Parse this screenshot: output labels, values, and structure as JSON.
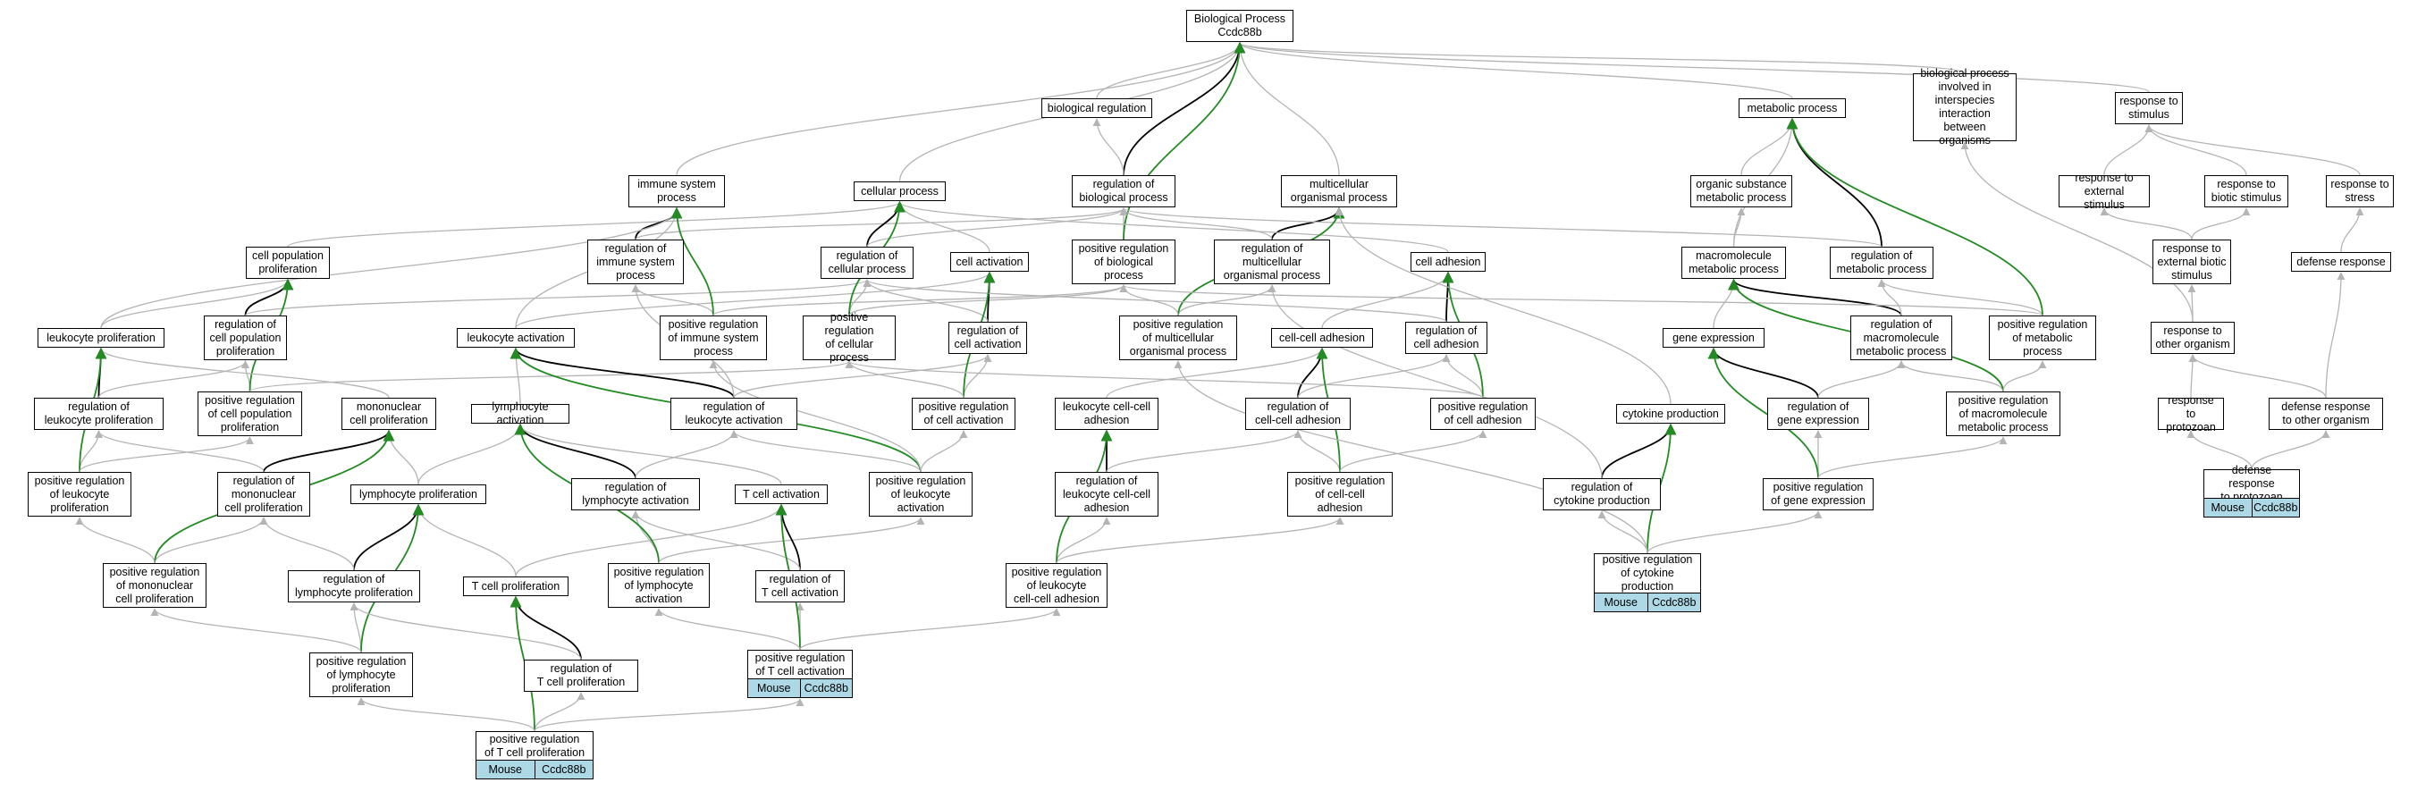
{
  "nodes": [
    {
      "id": "bp",
      "label": "Biological Process\nCcdc88b"
    },
    {
      "id": "bioreg",
      "label": "biological regulation"
    },
    {
      "id": "bpii",
      "label": "biological process\ninvolved in\ninterspecies\ninteraction\nbetween organisms"
    },
    {
      "id": "metab",
      "label": "metabolic process"
    },
    {
      "id": "rstim",
      "label": "response to\nstimulus"
    },
    {
      "id": "immsys",
      "label": "immune system\nprocess"
    },
    {
      "id": "cellproc",
      "label": "cellular process"
    },
    {
      "id": "regbp",
      "label": "regulation of\nbiological process"
    },
    {
      "id": "multi",
      "label": "multicellular\norganismal process"
    },
    {
      "id": "orgsub",
      "label": "organic substance\nmetabolic process"
    },
    {
      "id": "rext",
      "label": "response to\nexternal stimulus"
    },
    {
      "id": "rbiot",
      "label": "response to\nbiotic stimulus"
    },
    {
      "id": "rstress",
      "label": "response to\nstress"
    },
    {
      "id": "cpp",
      "label": "cell population\nproliferation"
    },
    {
      "id": "regimm",
      "label": "regulation of\nimmune system\nprocess"
    },
    {
      "id": "regcell",
      "label": "regulation of\ncellular process"
    },
    {
      "id": "cellact",
      "label": "cell activation"
    },
    {
      "id": "posregbp",
      "label": "positive regulation\nof biological\nprocess"
    },
    {
      "id": "regmulti",
      "label": "regulation of\nmulticellular\norganismal process"
    },
    {
      "id": "celladh",
      "label": "cell adhesion"
    },
    {
      "id": "macro",
      "label": "macromolecule\nmetabolic process"
    },
    {
      "id": "regmetab",
      "label": "regulation of\nmetabolic process"
    },
    {
      "id": "rextbio",
      "label": "response to\nexternal biotic\nstimulus"
    },
    {
      "id": "defresp",
      "label": "defense response"
    },
    {
      "id": "leukprolif",
      "label": "leukocyte proliferation"
    },
    {
      "id": "regcpp",
      "label": "regulation of\ncell population\nproliferation"
    },
    {
      "id": "leukact",
      "label": "leukocyte activation"
    },
    {
      "id": "posregimm",
      "label": "positive regulation\nof immune system\nprocess"
    },
    {
      "id": "posregcell",
      "label": "positive regulation\nof cellular\nprocess"
    },
    {
      "id": "regcellact",
      "label": "regulation of\ncell activation"
    },
    {
      "id": "posregmulti",
      "label": "positive regulation\nof multicellular\norganismal process"
    },
    {
      "id": "ccadh",
      "label": "cell-cell adhesion"
    },
    {
      "id": "regcelladh",
      "label": "regulation of\ncell adhesion"
    },
    {
      "id": "geneexp",
      "label": "gene expression"
    },
    {
      "id": "regmacro",
      "label": "regulation of\nmacromolecule\nmetabolic process"
    },
    {
      "id": "posregmetab",
      "label": "positive regulation\nof metabolic\nprocess"
    },
    {
      "id": "rother",
      "label": "response to\nother organism"
    },
    {
      "id": "regleukprolif",
      "label": "regulation of\nleukocyte proliferation"
    },
    {
      "id": "posregcpp",
      "label": "positive regulation\nof cell population\nproliferation"
    },
    {
      "id": "mononuc",
      "label": "mononuclear\ncell proliferation"
    },
    {
      "id": "lymphact",
      "label": "lymphocyte activation"
    },
    {
      "id": "regleukact",
      "label": "regulation of\nleukocyte activation"
    },
    {
      "id": "posregcellact",
      "label": "positive regulation\nof cell activation"
    },
    {
      "id": "leukccadh",
      "label": "leukocyte cell-cell\nadhesion"
    },
    {
      "id": "regccadh",
      "label": "regulation of\ncell-cell adhesion"
    },
    {
      "id": "posregcelladh",
      "label": "positive regulation\nof cell adhesion"
    },
    {
      "id": "cytprod",
      "label": "cytokine production"
    },
    {
      "id": "reggeneexp",
      "label": "regulation of\ngene expression"
    },
    {
      "id": "posregmacro",
      "label": "positive regulation\nof macromolecule\nmetabolic process"
    },
    {
      "id": "rproto",
      "label": "response to\nprotozoan"
    },
    {
      "id": "defother",
      "label": "defense response\nto other organism"
    },
    {
      "id": "posregleukprolif",
      "label": "positive regulation\nof leukocyte\nproliferation"
    },
    {
      "id": "regmononuc",
      "label": "regulation of\nmononuclear\ncell proliferation"
    },
    {
      "id": "lymphprolif",
      "label": "lymphocyte proliferation"
    },
    {
      "id": "reglymphact",
      "label": "regulation of\nlymphocyte activation"
    },
    {
      "id": "tcellact",
      "label": "T cell activation"
    },
    {
      "id": "posregleukact",
      "label": "positive regulation\nof leukocyte\nactivation"
    },
    {
      "id": "regleukccadh",
      "label": "regulation of\nleukocyte cell-cell\nadhesion"
    },
    {
      "id": "posregccadh",
      "label": "positive regulation\nof cell-cell\nadhesion"
    },
    {
      "id": "regcyt",
      "label": "regulation of\ncytokine production"
    },
    {
      "id": "posreggeneexp",
      "label": "positive regulation\nof gene expression"
    },
    {
      "id": "defproto",
      "label": "defense response\nto protozoan"
    },
    {
      "id": "posregmononuc",
      "label": "positive regulation\nof mononuclear\ncell proliferation"
    },
    {
      "id": "reglymphprolif",
      "label": "regulation of\nlymphocyte proliferation"
    },
    {
      "id": "tprolif",
      "label": "T cell proliferation"
    },
    {
      "id": "posreglymphact",
      "label": "positive regulation\nof lymphocyte\nactivation"
    },
    {
      "id": "regtact",
      "label": "regulation of\nT cell activation"
    },
    {
      "id": "posregleukccadh",
      "label": "positive regulation\nof leukocyte\ncell-cell adhesion"
    },
    {
      "id": "posregcyt",
      "label": "positive regulation\nof cytokine\nproduction"
    },
    {
      "id": "posreglymphprolif",
      "label": "positive regulation\nof lymphocyte\nproliferation"
    },
    {
      "id": "regtprolif",
      "label": "regulation of\nT cell proliferation"
    },
    {
      "id": "posregtact",
      "label": "positive regulation\nof T cell activation"
    },
    {
      "id": "posregtprolif",
      "label": "positive regulation\nof T cell proliferation"
    }
  ],
  "tags": [
    {
      "node": "posregtprolif",
      "species": "Mouse",
      "gene": "Ccdc88b"
    },
    {
      "node": "posregtact",
      "species": "Mouse",
      "gene": "Ccdc88b"
    },
    {
      "node": "posregcyt",
      "species": "Mouse",
      "gene": "Ccdc88b"
    },
    {
      "node": "defproto",
      "species": "Mouse",
      "gene": "Ccdc88b"
    }
  ],
  "edge_colors": {
    "is_a": "#b4b4b4",
    "part_of": "#000000",
    "positively_regulates": "#228b22"
  },
  "edges": [
    [
      "bioreg",
      "bp",
      "is_a"
    ],
    [
      "bpii",
      "bp",
      "is_a"
    ],
    [
      "metab",
      "bp",
      "is_a"
    ],
    [
      "rstim",
      "bp",
      "is_a"
    ],
    [
      "immsys",
      "bp",
      "is_a"
    ],
    [
      "cellproc",
      "bp",
      "is_a"
    ],
    [
      "regbp",
      "bp",
      "part_of"
    ],
    [
      "multi",
      "bp",
      "is_a"
    ],
    [
      "regbp",
      "bioreg",
      "is_a"
    ],
    [
      "orgsub",
      "metab",
      "is_a"
    ],
    [
      "rext",
      "rstim",
      "is_a"
    ],
    [
      "rbiot",
      "rstim",
      "is_a"
    ],
    [
      "rstress",
      "rstim",
      "is_a"
    ],
    [
      "cpp",
      "cellproc",
      "is_a"
    ],
    [
      "regimm",
      "immsys",
      "part_of"
    ],
    [
      "regimm",
      "regbp",
      "is_a"
    ],
    [
      "regcell",
      "cellproc",
      "part_of"
    ],
    [
      "regcell",
      "regbp",
      "is_a"
    ],
    [
      "cellact",
      "cellproc",
      "is_a"
    ],
    [
      "posregbp",
      "regbp",
      "is_a"
    ],
    [
      "posregbp",
      "bp",
      "positively_regulates"
    ],
    [
      "regmulti",
      "multi",
      "part_of"
    ],
    [
      "regmulti",
      "regbp",
      "is_a"
    ],
    [
      "celladh",
      "cellproc",
      "is_a"
    ],
    [
      "macro",
      "orgsub",
      "is_a"
    ],
    [
      "macro",
      "metab",
      "is_a"
    ],
    [
      "regmetab",
      "metab",
      "part_of"
    ],
    [
      "regmetab",
      "regbp",
      "is_a"
    ],
    [
      "rextbio",
      "rext",
      "is_a"
    ],
    [
      "rextbio",
      "rbiot",
      "is_a"
    ],
    [
      "defresp",
      "rstress",
      "is_a"
    ],
    [
      "leukprolif",
      "cpp",
      "is_a"
    ],
    [
      "leukprolif",
      "immsys",
      "is_a"
    ],
    [
      "regcpp",
      "cpp",
      "part_of"
    ],
    [
      "regcpp",
      "regcell",
      "is_a"
    ],
    [
      "leukact",
      "immsys",
      "is_a"
    ],
    [
      "leukact",
      "cellact",
      "is_a"
    ],
    [
      "posregimm",
      "regimm",
      "is_a"
    ],
    [
      "posregimm",
      "immsys",
      "positively_regulates"
    ],
    [
      "posregimm",
      "posregbp",
      "is_a"
    ],
    [
      "posregcell",
      "regcell",
      "is_a"
    ],
    [
      "posregcell",
      "cellproc",
      "positively_regulates"
    ],
    [
      "posregcell",
      "posregbp",
      "is_a"
    ],
    [
      "regcellact",
      "cellact",
      "part_of"
    ],
    [
      "regcellact",
      "regcell",
      "is_a"
    ],
    [
      "posregmulti",
      "regmulti",
      "is_a"
    ],
    [
      "posregmulti",
      "multi",
      "positively_regulates"
    ],
    [
      "posregmulti",
      "posregbp",
      "is_a"
    ],
    [
      "ccadh",
      "celladh",
      "is_a"
    ],
    [
      "regcelladh",
      "celladh",
      "part_of"
    ],
    [
      "regcelladh",
      "regcell",
      "is_a"
    ],
    [
      "geneexp",
      "macro",
      "is_a"
    ],
    [
      "regmacro",
      "macro",
      "part_of"
    ],
    [
      "regmacro",
      "regmetab",
      "is_a"
    ],
    [
      "posregmetab",
      "regmetab",
      "is_a"
    ],
    [
      "posregmetab",
      "metab",
      "positively_regulates"
    ],
    [
      "posregmetab",
      "posregbp",
      "is_a"
    ],
    [
      "rother",
      "rextbio",
      "is_a"
    ],
    [
      "rother",
      "bpii",
      "is_a"
    ],
    [
      "regleukprolif",
      "leukprolif",
      "part_of"
    ],
    [
      "regleukprolif",
      "regcpp",
      "is_a"
    ],
    [
      "posregcpp",
      "regcpp",
      "is_a"
    ],
    [
      "posregcpp",
      "cpp",
      "positively_regulates"
    ],
    [
      "posregcpp",
      "posregcell",
      "is_a"
    ],
    [
      "mononuc",
      "leukprolif",
      "is_a"
    ],
    [
      "lymphact",
      "leukact",
      "is_a"
    ],
    [
      "regleukact",
      "leukact",
      "part_of"
    ],
    [
      "regleukact",
      "regcellact",
      "is_a"
    ],
    [
      "regleukact",
      "regimm",
      "is_a"
    ],
    [
      "posregcellact",
      "regcellact",
      "is_a"
    ],
    [
      "posregcellact",
      "cellact",
      "positively_regulates"
    ],
    [
      "posregcellact",
      "posregcell",
      "is_a"
    ],
    [
      "leukccadh",
      "ccadh",
      "is_a"
    ],
    [
      "regccadh",
      "ccadh",
      "part_of"
    ],
    [
      "regccadh",
      "regcelladh",
      "is_a"
    ],
    [
      "posregcelladh",
      "regcelladh",
      "is_a"
    ],
    [
      "posregcelladh",
      "celladh",
      "positively_regulates"
    ],
    [
      "posregcelladh",
      "posregcell",
      "is_a"
    ],
    [
      "cytprod",
      "multi",
      "is_a"
    ],
    [
      "reggeneexp",
      "geneexp",
      "part_of"
    ],
    [
      "reggeneexp",
      "regmacro",
      "is_a"
    ],
    [
      "posregmacro",
      "regmacro",
      "is_a"
    ],
    [
      "posregmacro",
      "macro",
      "positively_regulates"
    ],
    [
      "posregmacro",
      "posregmetab",
      "is_a"
    ],
    [
      "rproto",
      "rother",
      "is_a"
    ],
    [
      "defother",
      "rother",
      "is_a"
    ],
    [
      "defother",
      "defresp",
      "is_a"
    ],
    [
      "posregleukprolif",
      "regleukprolif",
      "is_a"
    ],
    [
      "posregleukprolif",
      "leukprolif",
      "positively_regulates"
    ],
    [
      "posregleukprolif",
      "posregcpp",
      "is_a"
    ],
    [
      "regmononuc",
      "mononuc",
      "part_of"
    ],
    [
      "regmononuc",
      "regleukprolif",
      "is_a"
    ],
    [
      "lymphprolif",
      "mononuc",
      "is_a"
    ],
    [
      "lymphprolif",
      "lymphact",
      "is_a"
    ],
    [
      "reglymphact",
      "lymphact",
      "part_of"
    ],
    [
      "reglymphact",
      "regleukact",
      "is_a"
    ],
    [
      "tcellact",
      "lymphact",
      "is_a"
    ],
    [
      "posregleukact",
      "regleukact",
      "is_a"
    ],
    [
      "posregleukact",
      "leukact",
      "positively_regulates"
    ],
    [
      "posregleukact",
      "posregcellact",
      "is_a"
    ],
    [
      "posregleukact",
      "posregimm",
      "is_a"
    ],
    [
      "regleukccadh",
      "leukccadh",
      "part_of"
    ],
    [
      "regleukccadh",
      "regccadh",
      "is_a"
    ],
    [
      "posregccadh",
      "regccadh",
      "is_a"
    ],
    [
      "posregccadh",
      "ccadh",
      "positively_regulates"
    ],
    [
      "posregccadh",
      "posregcelladh",
      "is_a"
    ],
    [
      "regcyt",
      "cytprod",
      "part_of"
    ],
    [
      "regcyt",
      "regmulti",
      "is_a"
    ],
    [
      "posreggeneexp",
      "reggeneexp",
      "is_a"
    ],
    [
      "posreggeneexp",
      "geneexp",
      "positively_regulates"
    ],
    [
      "posreggeneexp",
      "posregmacro",
      "is_a"
    ],
    [
      "defproto",
      "rproto",
      "is_a"
    ],
    [
      "defproto",
      "defother",
      "is_a"
    ],
    [
      "posregmononuc",
      "regmononuc",
      "is_a"
    ],
    [
      "posregmononuc",
      "mononuc",
      "positively_regulates"
    ],
    [
      "posregmononuc",
      "posregleukprolif",
      "is_a"
    ],
    [
      "reglymphprolif",
      "lymphprolif",
      "part_of"
    ],
    [
      "reglymphprolif",
      "regmononuc",
      "is_a"
    ],
    [
      "tprolif",
      "lymphprolif",
      "is_a"
    ],
    [
      "tprolif",
      "tcellact",
      "is_a"
    ],
    [
      "posreglymphact",
      "reglymphact",
      "is_a"
    ],
    [
      "posreglymphact",
      "lymphact",
      "positively_regulates"
    ],
    [
      "posreglymphact",
      "posregleukact",
      "is_a"
    ],
    [
      "regtact",
      "tcellact",
      "part_of"
    ],
    [
      "regtact",
      "reglymphact",
      "is_a"
    ],
    [
      "posregleukccadh",
      "regleukccadh",
      "is_a"
    ],
    [
      "posregleukccadh",
      "leukccadh",
      "positively_regulates"
    ],
    [
      "posregleukccadh",
      "posregccadh",
      "is_a"
    ],
    [
      "posregcyt",
      "regcyt",
      "is_a"
    ],
    [
      "posregcyt",
      "cytprod",
      "positively_regulates"
    ],
    [
      "posregcyt",
      "posregmulti",
      "is_a"
    ],
    [
      "posregcyt",
      "posreggeneexp",
      "is_a"
    ],
    [
      "posreglymphprolif",
      "reglymphprolif",
      "is_a"
    ],
    [
      "posreglymphprolif",
      "lymphprolif",
      "positively_regulates"
    ],
    [
      "posreglymphprolif",
      "posregmononuc",
      "is_a"
    ],
    [
      "regtprolif",
      "tprolif",
      "part_of"
    ],
    [
      "regtprolif",
      "reglymphprolif",
      "is_a"
    ],
    [
      "posregtact",
      "regtact",
      "is_a"
    ],
    [
      "posregtact",
      "tcellact",
      "positively_regulates"
    ],
    [
      "posregtact",
      "posreglymphact",
      "is_a"
    ],
    [
      "posregtact",
      "posregleukccadh",
      "is_a"
    ],
    [
      "posregtprolif",
      "regtprolif",
      "is_a"
    ],
    [
      "posregtprolif",
      "tprolif",
      "positively_regulates"
    ],
    [
      "posregtprolif",
      "posreglymphprolif",
      "is_a"
    ],
    [
      "posregtprolif",
      "posregtact",
      "is_a"
    ]
  ]
}
